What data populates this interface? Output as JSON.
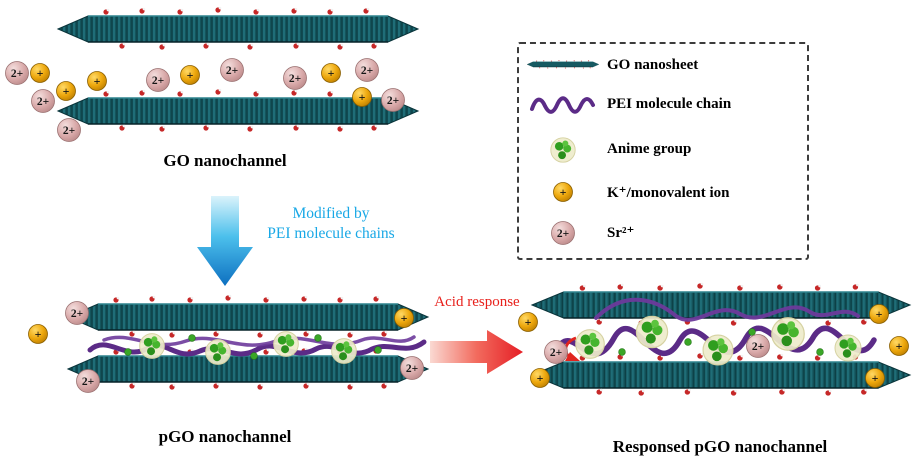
{
  "panels": {
    "go": {
      "label": "GO nanochannel"
    },
    "pgo": {
      "label": "pGO nanochannel"
    },
    "responsed": {
      "label": "Responsed pGO nanochannel"
    }
  },
  "arrows": {
    "modified": {
      "line1": "Modified by",
      "line2": "PEI molecule chains",
      "color": "#18a8e6"
    },
    "acid": {
      "label": "Acid response",
      "color": "#e8211c"
    }
  },
  "legend": {
    "items": [
      {
        "icon": "go-nanosheet-icon",
        "label": "GO nanosheet"
      },
      {
        "icon": "pei-chain-icon",
        "label": "PEI molecule chain"
      },
      {
        "icon": "anime-group-icon",
        "label": "Anime group"
      },
      {
        "icon": "k-ion-icon",
        "label": "K⁺/monovalent ion"
      },
      {
        "icon": "sr-ion-icon",
        "label": "Sr²⁺"
      }
    ]
  },
  "ions": {
    "k_label": "+",
    "sr_label": "2+"
  },
  "colors": {
    "sheet_teal": "#14545c",
    "pei_purple": "#5b2b87",
    "amine_green": "#3aa627",
    "k_gold": "#eda70c",
    "sr_pink": "#d8a8a8",
    "arrow_blue": "#2fa8e0",
    "arrow_red": "#e51e25"
  }
}
